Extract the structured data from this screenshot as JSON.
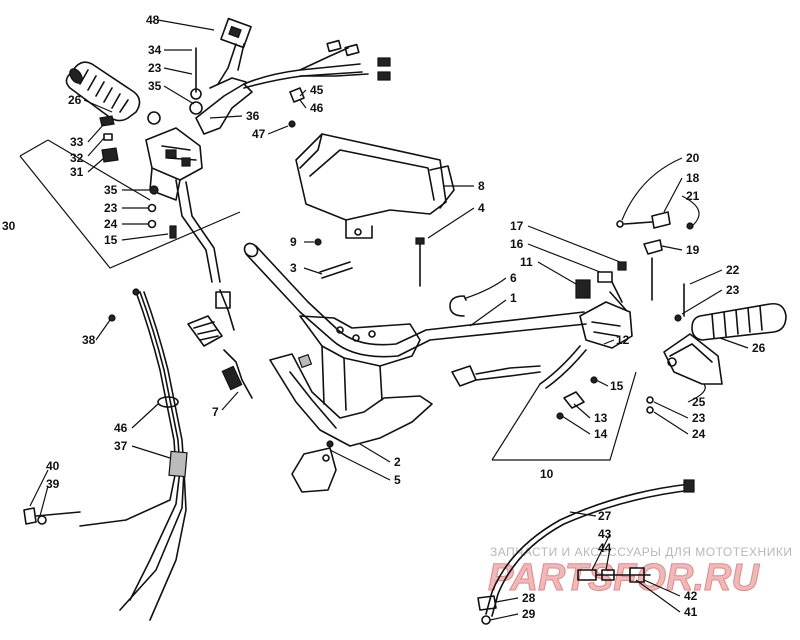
{
  "labels": [
    "48",
    "34",
    "23",
    "35",
    "26",
    "36",
    "33",
    "32",
    "31",
    "35",
    "23",
    "24",
    "15",
    "30",
    "47",
    "45",
    "46",
    "8",
    "9",
    "4",
    "3",
    "20",
    "18",
    "21",
    "19",
    "17",
    "16",
    "11",
    "6",
    "1",
    "22",
    "23",
    "38",
    "7",
    "12",
    "15",
    "26",
    "25",
    "23",
    "24",
    "13",
    "14",
    "10",
    "46",
    "37",
    "40",
    "39",
    "2",
    "5",
    "27",
    "43",
    "44",
    "42",
    "41",
    "28",
    "29"
  ],
  "watermark": {
    "caption": "ЗАПЧАСТИ И АКСЕССУАРЫ ДЛЯ МОТОТЕХНИКИ",
    "brand": "PARTSFOR.RU"
  }
}
